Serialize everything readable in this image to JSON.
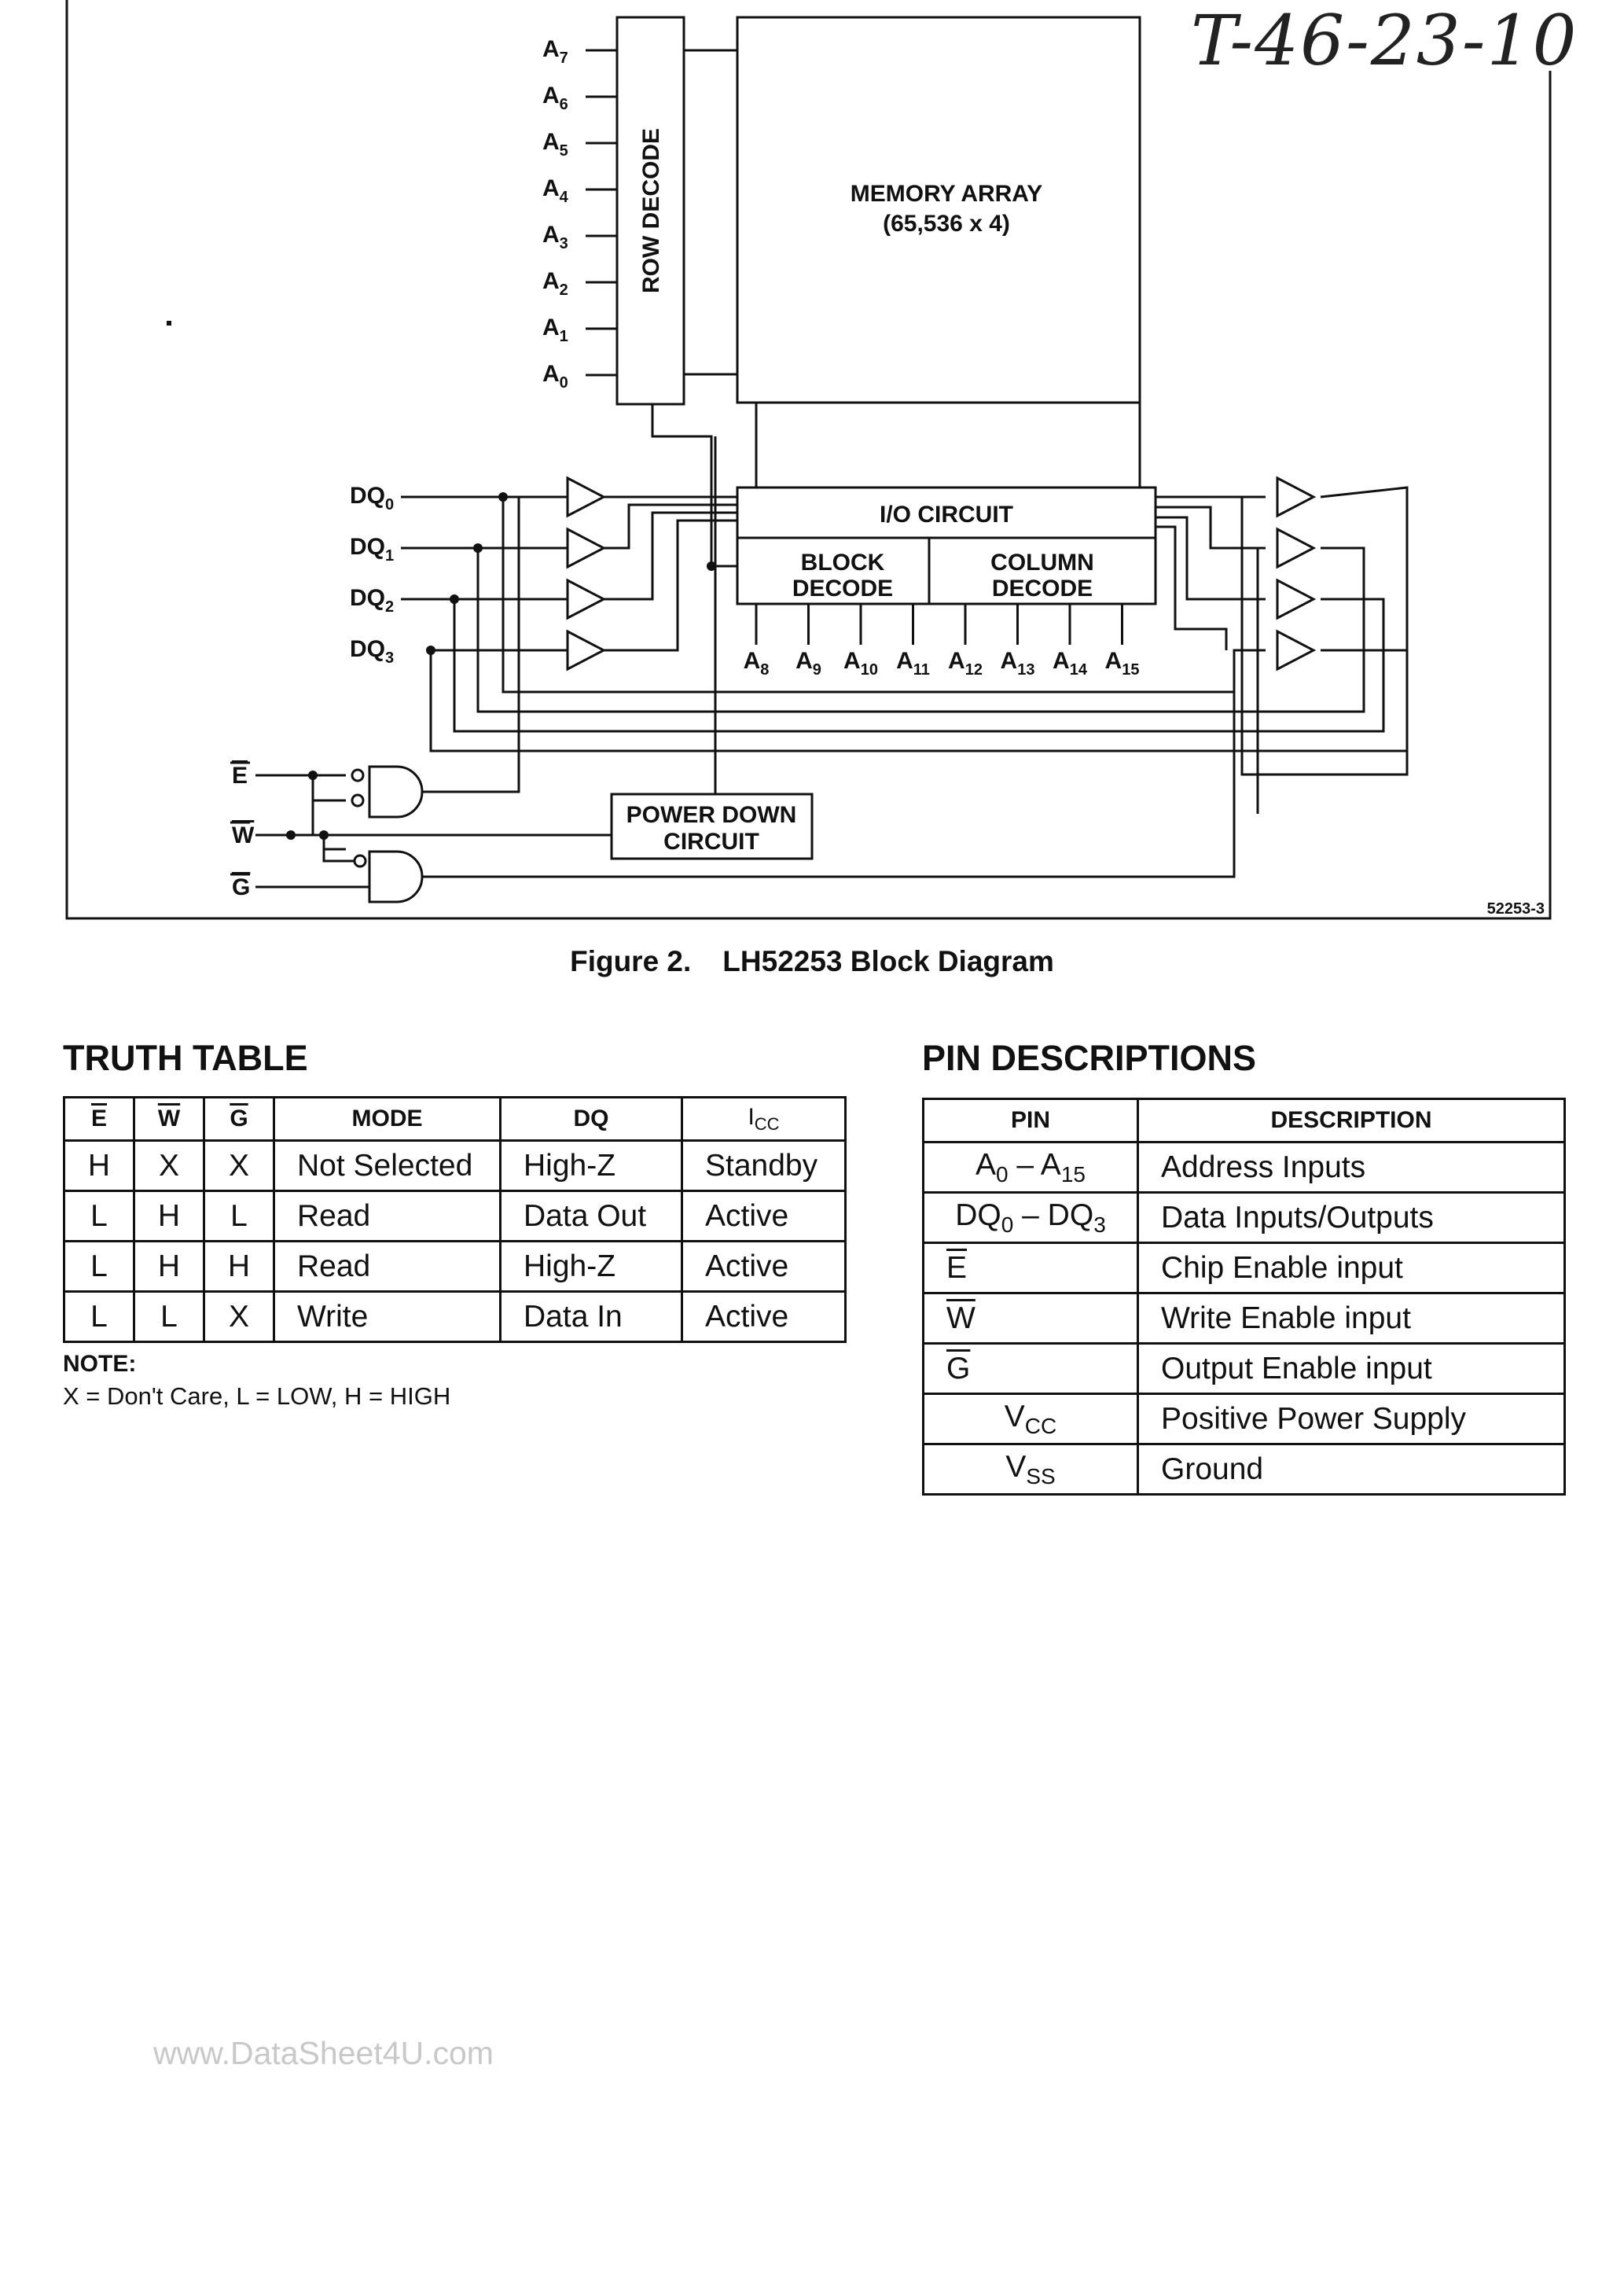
{
  "handwritten_note": "T-46-23-10",
  "diagram": {
    "row_decode_label": "ROW DECODE",
    "memory_array_line1": "MEMORY ARRAY",
    "memory_array_line2": "(65,536 x 4)",
    "io_circuit_label": "I/O CIRCUIT",
    "block_decode_line1": "BLOCK",
    "block_decode_line2": "DECODE",
    "column_decode_line1": "COLUMN",
    "column_decode_line2": "DECODE",
    "power_down_line1": "POWER DOWN",
    "power_down_line2": "CIRCUIT",
    "row_address_pins": [
      {
        "base": "A",
        "sub": "7"
      },
      {
        "base": "A",
        "sub": "6"
      },
      {
        "base": "A",
        "sub": "5"
      },
      {
        "base": "A",
        "sub": "4"
      },
      {
        "base": "A",
        "sub": "3"
      },
      {
        "base": "A",
        "sub": "2"
      },
      {
        "base": "A",
        "sub": "1"
      },
      {
        "base": "A",
        "sub": "0"
      }
    ],
    "column_address_pins": [
      {
        "base": "A",
        "sub": "8"
      },
      {
        "base": "A",
        "sub": "9"
      },
      {
        "base": "A",
        "sub": "10"
      },
      {
        "base": "A",
        "sub": "11"
      },
      {
        "base": "A",
        "sub": "12"
      },
      {
        "base": "A",
        "sub": "13"
      },
      {
        "base": "A",
        "sub": "14"
      },
      {
        "base": "A",
        "sub": "15"
      }
    ],
    "dq_pins": [
      {
        "base": "DQ",
        "sub": "0"
      },
      {
        "base": "DQ",
        "sub": "1"
      },
      {
        "base": "DQ",
        "sub": "2"
      },
      {
        "base": "DQ",
        "sub": "3"
      }
    ],
    "control_pins": [
      "E",
      "W",
      "G"
    ],
    "figure_code": "52253-3"
  },
  "caption": {
    "label": "Figure 2.",
    "title": "LH52253 Block Diagram"
  },
  "truth_table": {
    "title": "TRUTH TABLE",
    "headers": [
      "E",
      "W",
      "G",
      "MODE",
      "DQ",
      "I",
      "CC"
    ],
    "rows": [
      [
        "H",
        "X",
        "X",
        "Not Selected",
        "High-Z",
        "Standby"
      ],
      [
        "L",
        "H",
        "L",
        "Read",
        "Data Out",
        "Active"
      ],
      [
        "L",
        "H",
        "H",
        "Read",
        "High-Z",
        "Active"
      ],
      [
        "L",
        "L",
        "X",
        "Write",
        "Data In",
        "Active"
      ]
    ],
    "note_heading": "NOTE:",
    "note_text": "X = Don't Care, L = LOW, H = HIGH"
  },
  "pin_descriptions": {
    "title": "PIN DESCRIPTIONS",
    "headers": [
      "PIN",
      "DESCRIPTION"
    ],
    "rows": [
      {
        "pin": "A0 – A15",
        "pin_parts": [
          "A",
          "0",
          " – A",
          "15"
        ],
        "description": "Address Inputs"
      },
      {
        "pin": "DQ0 – DQ3",
        "pin_parts": [
          "DQ",
          "0",
          " – DQ",
          "3"
        ],
        "description": "Data Inputs/Outputs"
      },
      {
        "pin": "E",
        "description": "Chip Enable input"
      },
      {
        "pin": "W",
        "description": "Write Enable input"
      },
      {
        "pin": "G",
        "description": "Output Enable input"
      },
      {
        "pin": "VCC",
        "pin_parts": [
          "V",
          "CC"
        ],
        "description": "Positive Power Supply"
      },
      {
        "pin": "VSS",
        "pin_parts": [
          "V",
          "SS"
        ],
        "description": "Ground"
      }
    ]
  },
  "watermark": "www.DataSheet4U.com"
}
